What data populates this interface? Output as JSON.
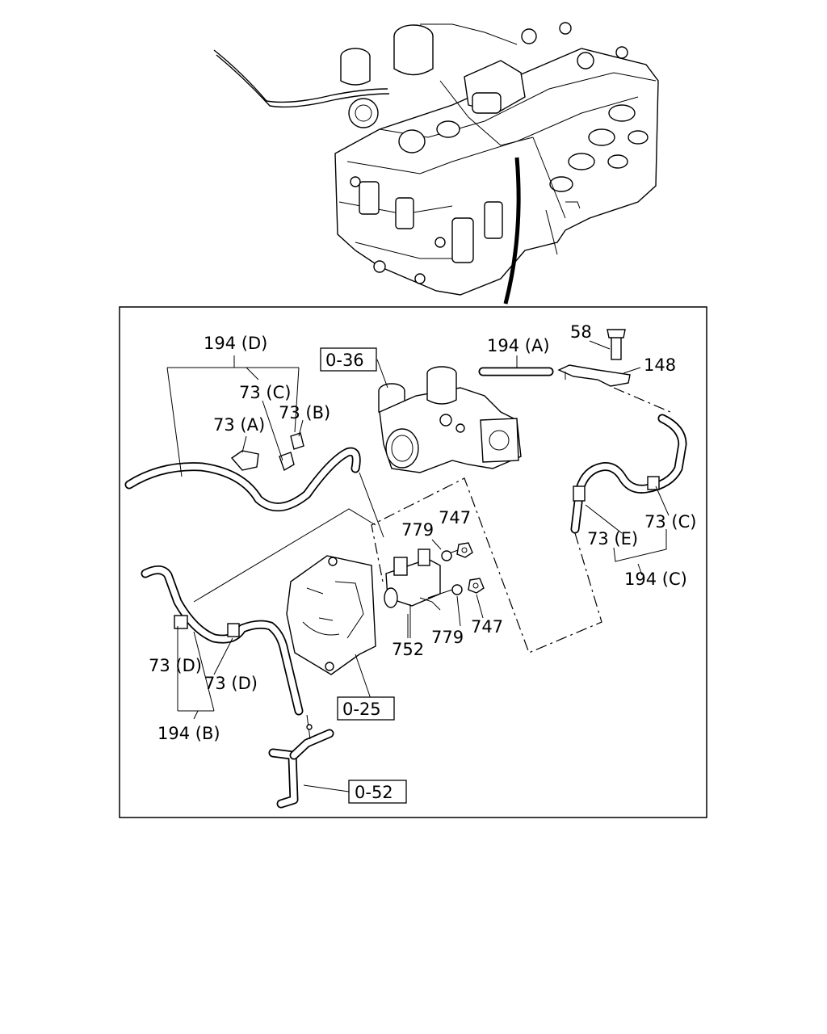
{
  "refs": {
    "ref_036": "0-36",
    "ref_025": "0-25",
    "ref_052": "0-52"
  },
  "callouts": {
    "p58": "58",
    "p148": "148",
    "p194a": "194 (A)",
    "p194b": "194 (B)",
    "p194c": "194 (C)",
    "p194d": "194 (D)",
    "p73a": "73 (A)",
    "p73b": "73 (B)",
    "p73c_left": "73 (C)",
    "p73c_right": "73 (C)",
    "p73d_1": "73 (D)",
    "p73d_2": "73 (D)",
    "p73e": "73 (E)",
    "p779_top": "779",
    "p747_top": "747",
    "p779_bottom": "779",
    "p747_bottom": "747",
    "p752": "752"
  }
}
